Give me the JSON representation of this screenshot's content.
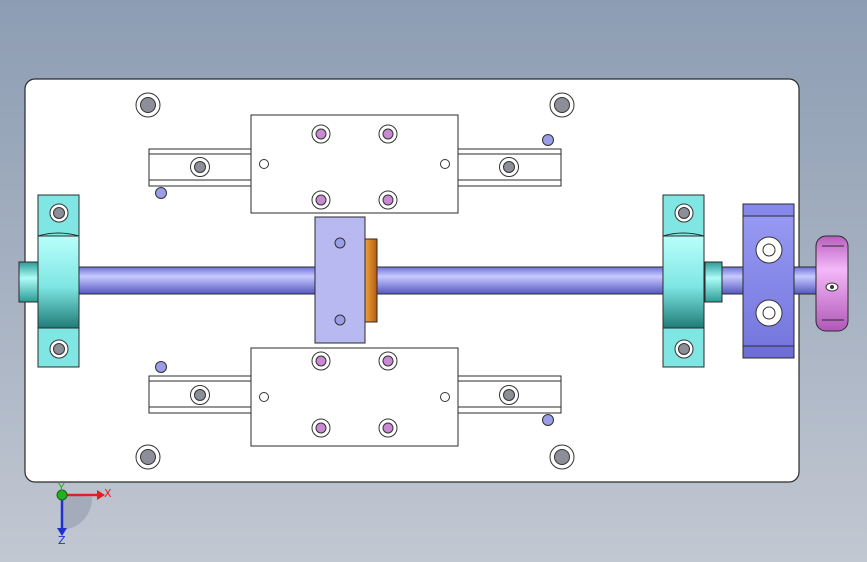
{
  "view": {
    "background_top": "#8d9db3",
    "background_bottom": "#c2c8d2"
  },
  "colors": {
    "plate": "#ffffff",
    "outline": "#2b2b2b",
    "shaft": "#8c8ff0",
    "shaft_highlight": "#c8caff",
    "carriage": "#b9b9f2",
    "bearing_block": "#7fe6e3",
    "bearing_shadow": "#2a8f8a",
    "nut_flange": "#e38a2f",
    "motor_bracket": "#8e8ff0",
    "coupling": "#e38ee8",
    "hole_pink": "#c98ad3",
    "hole_blue": "#9a9de8"
  },
  "icons": {
    "triad": "xyz-triad-icon"
  },
  "triad": {
    "x_label": "X",
    "y_label": "Y",
    "z_label": "Z",
    "x_color": "#e02020",
    "y_color": "#20b020",
    "z_color": "#2030d0"
  }
}
